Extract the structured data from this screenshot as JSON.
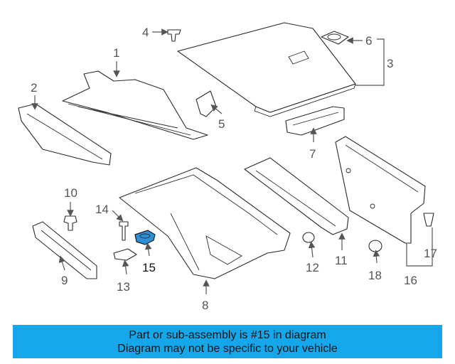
{
  "callouts": {
    "c1": "1",
    "c2": "2",
    "c3": "3",
    "c4": "4",
    "c5": "5",
    "c6": "6",
    "c7": "7",
    "c8": "8",
    "c9": "9",
    "c10": "10",
    "c11": "11",
    "c12": "12",
    "c13": "13",
    "c14": "14",
    "c15": "15",
    "c16": "16",
    "c17": "17",
    "c18": "18"
  },
  "highlight": {
    "part_number": "15",
    "color": "#2e8fd6"
  },
  "banner": {
    "line1": "Part or sub-assembly is #15 in diagram",
    "line2": "Diagram may not be specific to your vehicle",
    "background": "#16a6ea"
  }
}
